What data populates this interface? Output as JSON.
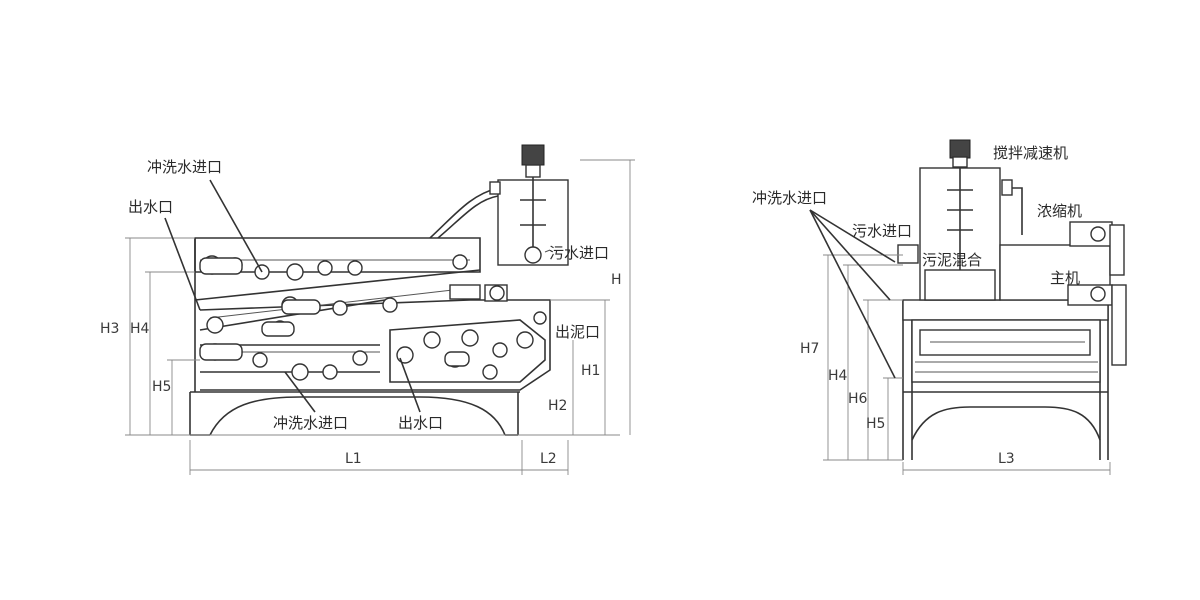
{
  "side_view": {
    "labels": {
      "wash_inlet_top": "冲洗水进口",
      "outlet_left": "出水口",
      "sludge_inlet": "污水进口",
      "mud_outlet": "出泥口",
      "wash_inlet_bottom": "冲洗水进口",
      "outlet_bottom": "出水口"
    },
    "dimensions": {
      "H": "H",
      "H1": "H1",
      "H2": "H2",
      "H3": "H3",
      "H4": "H4",
      "H5": "H5",
      "L1": "L1",
      "L2": "L2"
    }
  },
  "front_view": {
    "labels": {
      "mixer_reducer": "搅拌减速机",
      "wash_inlet": "冲洗水进口",
      "concentrator": "浓缩机",
      "sewage_inlet": "污水进口",
      "sludge_mixing": "污泥混合",
      "main_machine": "主机"
    },
    "dimensions": {
      "H7": "H7",
      "H4": "H4",
      "H6": "H6",
      "H5": "H5",
      "L3": "L3"
    }
  }
}
